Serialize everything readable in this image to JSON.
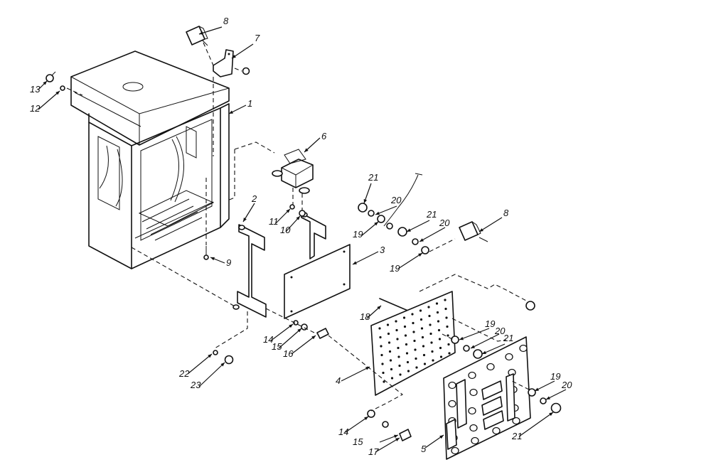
{
  "diagram": {
    "callouts": [
      "1",
      "2",
      "3",
      "4",
      "5",
      "6",
      "7",
      "8",
      "8",
      "9",
      "10",
      "11",
      "12",
      "13",
      "14",
      "14",
      "15",
      "15",
      "16",
      "17",
      "18",
      "19",
      "19",
      "19",
      "19",
      "20",
      "20",
      "20",
      "20",
      "21",
      "21",
      "21",
      "21",
      "22",
      "23"
    ]
  }
}
